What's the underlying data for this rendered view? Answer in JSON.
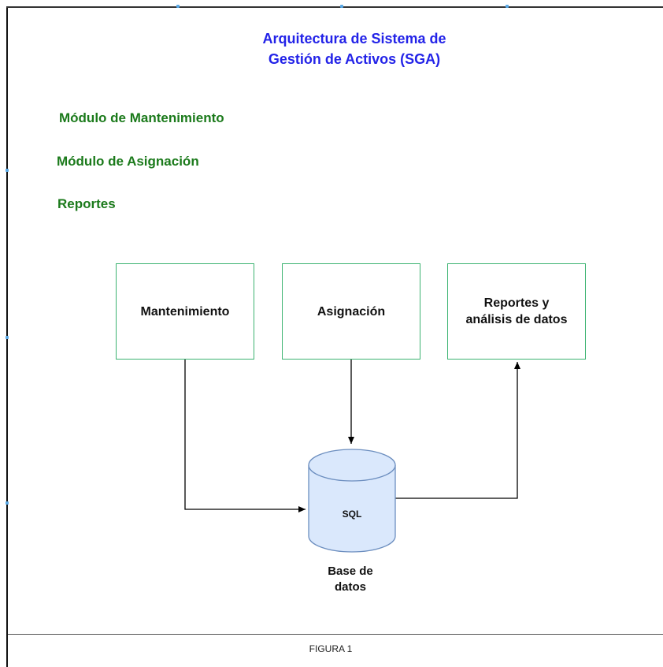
{
  "title": {
    "line1": "Arquitectura de Sistema de",
    "line2": "Gestión de Activos (SGA)"
  },
  "modules": [
    "Módulo de Mantenimiento",
    "Módulo de Asignación",
    "Reportes"
  ],
  "boxes": {
    "maintenance": "Mantenimiento",
    "assignment": "Asignación",
    "reports_line1": "Reportes y",
    "reports_line2": "análisis de datos"
  },
  "database": {
    "symbol_label": "SQL",
    "label_line1": "Base de",
    "label_line2": "datos"
  },
  "caption": "FIGURA 1",
  "colors": {
    "title": "#2323e8",
    "modules": "#1b7a1b",
    "box_border": "#3cb371",
    "db_fill": "#dae8fc",
    "db_stroke": "#6c8ebf"
  }
}
